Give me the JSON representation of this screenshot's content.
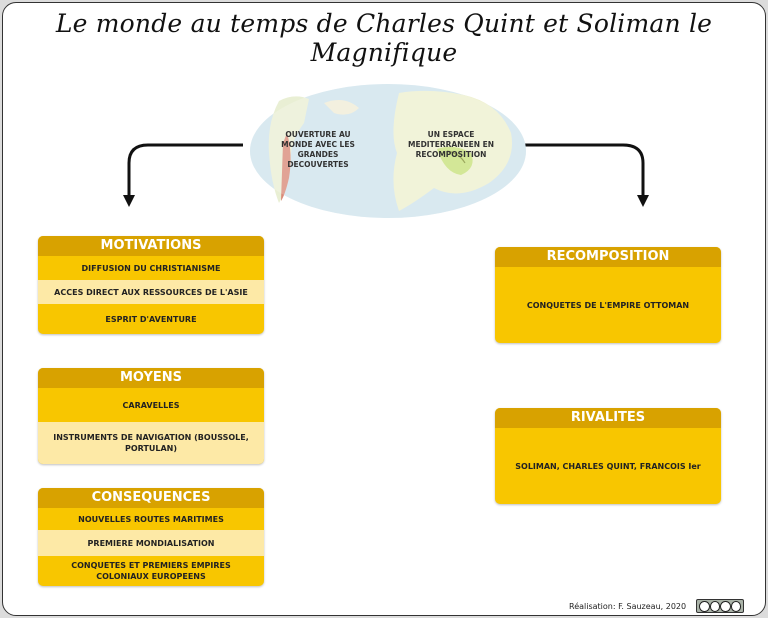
{
  "title": "Le monde au temps de Charles Quint et Soliman le Magnifique",
  "map": {
    "left_label": "OUVERTURE AU MONDE AVEC LES GRANDES DECOUVERTES",
    "right_label": "UN ESPACE MEDITERRANEEN EN RECOMPOSITION"
  },
  "motivations": {
    "title": "MOTIVATIONS",
    "items": [
      "DIFFUSION DU CHRISTIANISME",
      "ACCES DIRECT AUX RESSOURCES DE L'ASIE",
      "ESPRIT D'AVENTURE"
    ]
  },
  "moyens": {
    "title": "MOYENS",
    "items": [
      "CARAVELLES",
      "INSTRUMENTS DE NAVIGATION (BOUSSOLE, PORTULAN)"
    ]
  },
  "consequences": {
    "title": "CONSEQUENCES",
    "items": [
      "NOUVELLES ROUTES MARITIMES",
      "PREMIERE MONDIALISATION",
      "CONQUETES ET PREMIERS EMPIRES COLONIAUX EUROPEENS"
    ]
  },
  "recomposition": {
    "title": "RECOMPOSITION",
    "text": "CONQUETES DE L'EMPIRE OTTOMAN"
  },
  "rivalites": {
    "title": "RIVALITES",
    "text": "SOLIMAN, CHARLES QUINT, FRANCOIS Ier"
  },
  "credit": "Réalisation: F. Sauzeau, 2020",
  "colors": {
    "box": "#f8c600",
    "box_header": "#d8a200",
    "box_alt": "#fde9a6"
  }
}
